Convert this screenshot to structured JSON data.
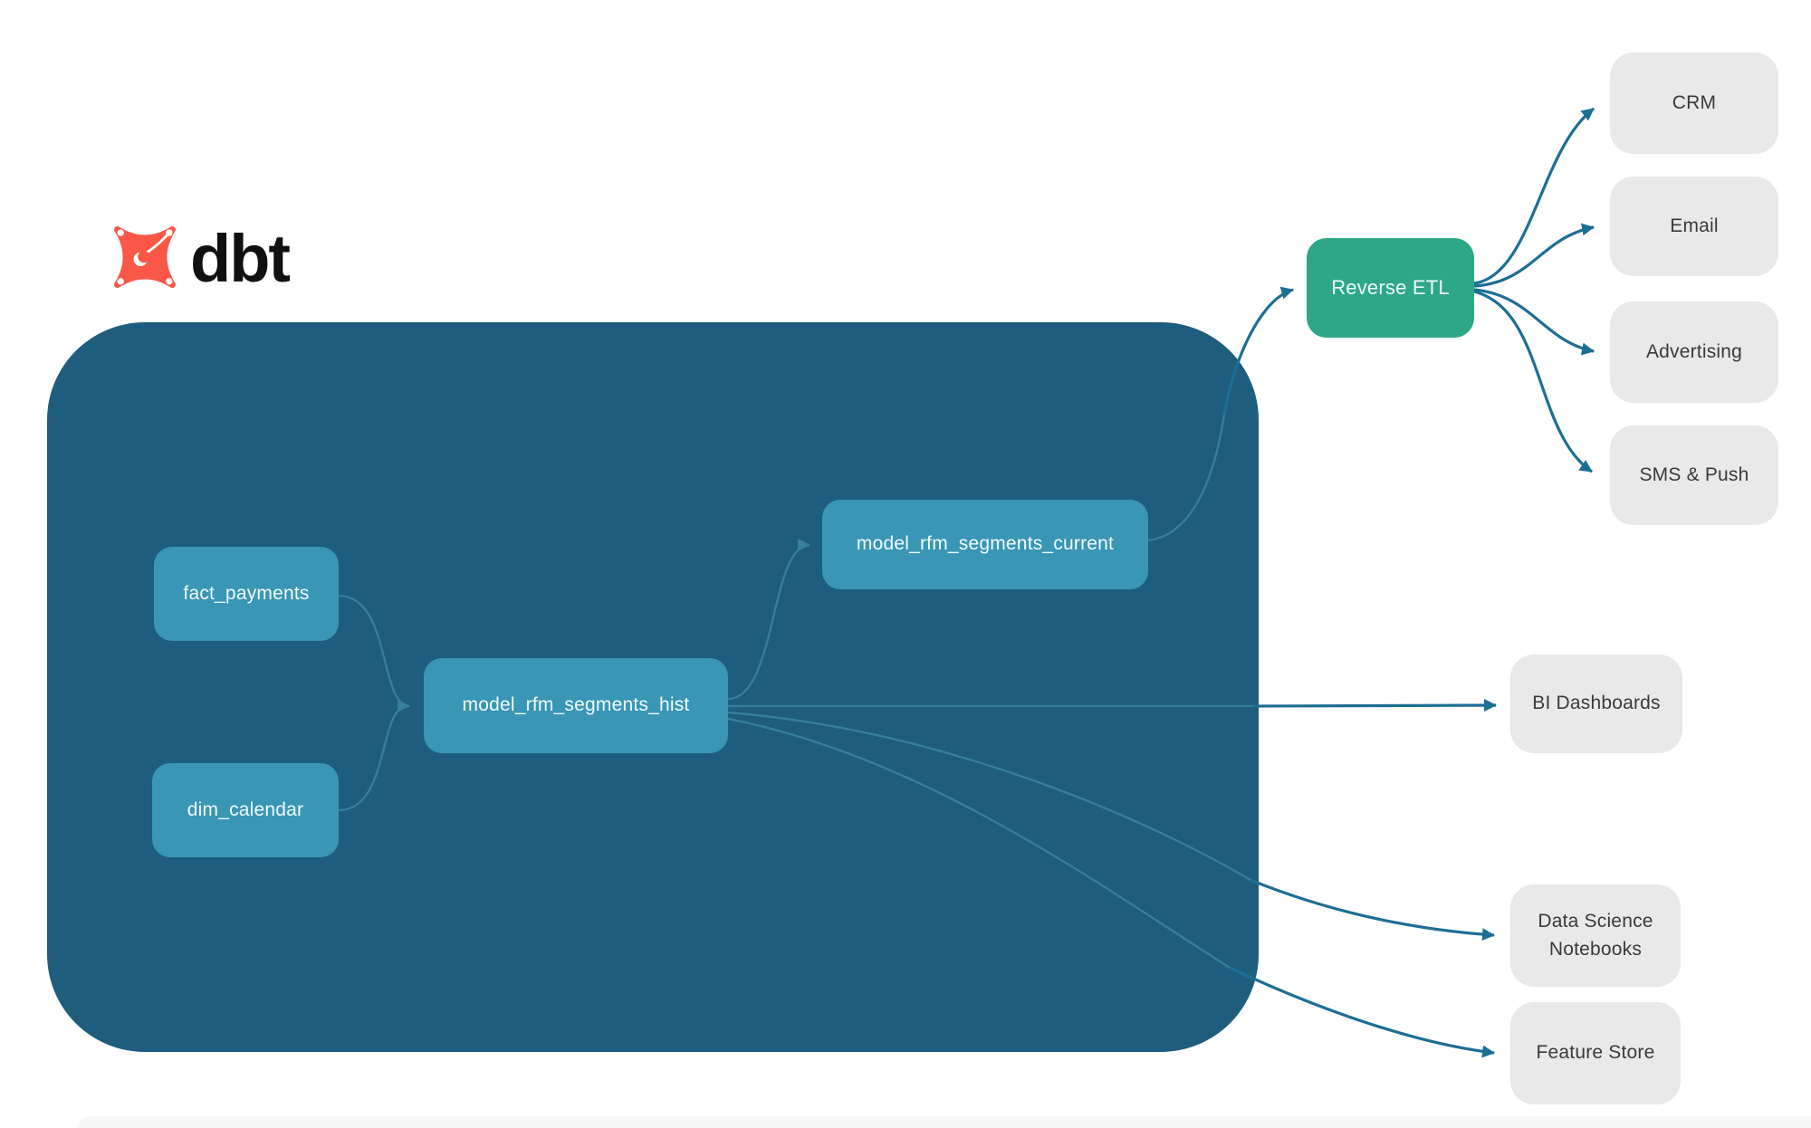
{
  "brand": {
    "name": "dbt",
    "logo_icon": "dbt-star-icon",
    "logo_color": "#F95849",
    "logo_text_color": "#101010"
  },
  "diagram": {
    "warehouse": {
      "bg_color": "#1E5D7E",
      "node_color": "#3996B4",
      "nodes": {
        "fact_payments": {
          "label": "fact_payments"
        },
        "dim_calendar": {
          "label": "dim_calendar"
        },
        "model_rfm_segments_hist": {
          "label": "model_rfm_segments_hist"
        },
        "model_rfm_segments_current": {
          "label": "model_rfm_segments_current"
        }
      }
    },
    "reverse_etl": {
      "label": "Reverse ETL",
      "color": "#2EA789"
    },
    "activation_targets": [
      {
        "label": "CRM"
      },
      {
        "label": "Email"
      },
      {
        "label": "Advertising"
      },
      {
        "label": "SMS & Push"
      }
    ],
    "analytics_targets": [
      {
        "label": "BI Dashboards"
      },
      {
        "label": "Data Science Notebooks"
      },
      {
        "label": "Feature Store"
      }
    ],
    "target_color": "#E9E9E9",
    "edge_color_outside": "#1D6E94",
    "edge_color_inside": "#37809B",
    "edges": [
      {
        "from": "fact_payments",
        "to": "model_rfm_segments_hist"
      },
      {
        "from": "dim_calendar",
        "to": "model_rfm_segments_hist"
      },
      {
        "from": "model_rfm_segments_hist",
        "to": "model_rfm_segments_current"
      },
      {
        "from": "model_rfm_segments_current",
        "to": "Reverse ETL"
      },
      {
        "from": "Reverse ETL",
        "to": "CRM"
      },
      {
        "from": "Reverse ETL",
        "to": "Email"
      },
      {
        "from": "Reverse ETL",
        "to": "Advertising"
      },
      {
        "from": "Reverse ETL",
        "to": "SMS & Push"
      },
      {
        "from": "model_rfm_segments_hist",
        "to": "BI Dashboards"
      },
      {
        "from": "model_rfm_segments_hist",
        "to": "Data Science Notebooks"
      },
      {
        "from": "model_rfm_segments_hist",
        "to": "Feature Store"
      }
    ]
  }
}
